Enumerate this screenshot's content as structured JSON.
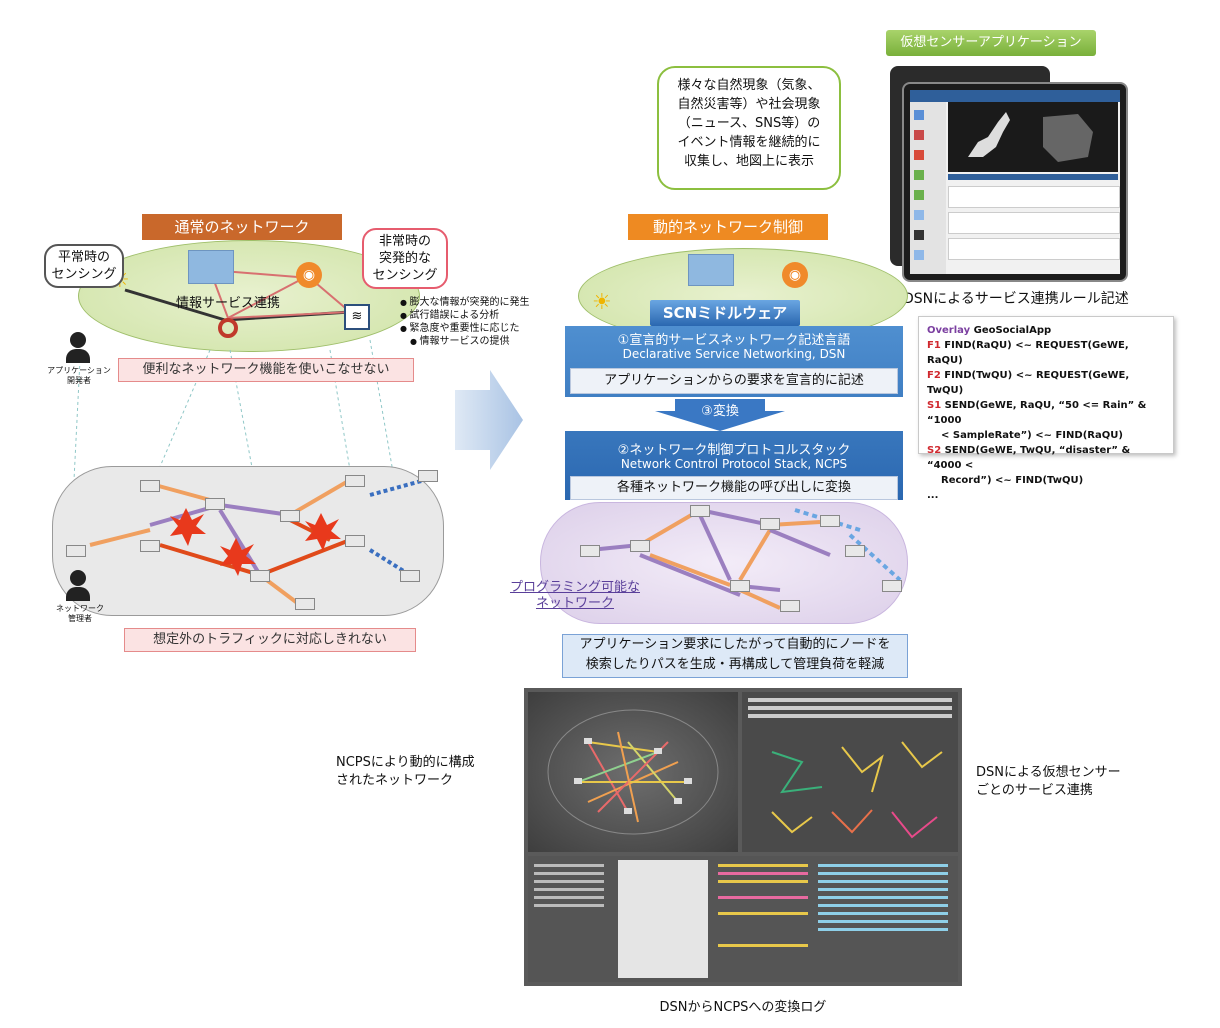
{
  "virtual_app_label": "仮想センサーアプリケーション",
  "green_bubble_lines": [
    "様々な自然現象（気象、",
    "自然災害等）や社会現象",
    "（ニュース、SNS等）の",
    "イベント情報を継続的に",
    "収集し、地図上に表示"
  ],
  "dsn_rule_title": "DSNによるサービス連携ルール記述",
  "rules": {
    "overlay_kw": "Overlay",
    "overlay_name": "GeoSocialApp",
    "f1_label": "F1",
    "f1_text": "FIND(RaQU) <~ REQUEST(GeWE, RaQU)",
    "f2_label": "F2",
    "f2_text": "FIND(TwQU) <~ REQUEST(GeWE, TwQU)",
    "s1_label": "S1",
    "s1_text_1": "SEND(GeWE, RaQU, “50 <= Rain” & “1000",
    "s1_text_2": "< SampleRate”) <~ FIND(RaQU)",
    "s2_label": "S2",
    "s2_text_1": "SEND(GeWE, TwQU, “disaster” & “4000 <",
    "s2_text_2": "Record”) <~ FIND(TwQU)",
    "ellipsis": "..."
  },
  "left": {
    "title": "通常のネットワーク",
    "normal_bubble_lines": [
      "平常時の",
      "センシング"
    ],
    "emergency_bubble_lines": [
      "非常時の",
      "突発的な",
      "センシング"
    ],
    "service_label": "情報サービス連携",
    "app_dev_lines": [
      "アプリケーション",
      "開発者"
    ],
    "problem_1": "便利なネットワーク機能を使いこなせない",
    "admin_lines": [
      "ネットワーク",
      "管理者"
    ],
    "problem_2": "想定外のトラフィックに対応しきれない"
  },
  "bullets": [
    "膨大な情報が突発的に発生",
    "試行錯誤による分析",
    "緊急度や重要性に応じた",
    "情報サービスの提供"
  ],
  "right": {
    "title": "動的ネットワーク制御",
    "scn_label": "SCNミドルウェア",
    "dsn_title": "①宣言的サービスネットワーク記述言語",
    "dsn_sub": "Declarative Service Networking, DSN",
    "dsn_bar": "アプリケーションからの要求を宣言的に記述",
    "convert": "③変換",
    "ncps_title": "②ネットワーク制御プロトコルスタック",
    "ncps_sub": "Network Control Protocol Stack, NCPS",
    "ncps_bar": "各種ネットワーク機能の呼び出しに変換",
    "programmable_lines": [
      "プログラミング可能な",
      "ネットワーク"
    ],
    "result_lines": [
      "アプリケーション要求にしたがって自動的にノードを",
      "検索したりパスを生成・再構成して管理負荷を軽減"
    ]
  },
  "bottom": {
    "ncps_caption_lines": [
      "NCPSにより動的に構成",
      "されたネットワーク"
    ],
    "dsn_caption_lines": [
      "DSNによる仮想センサー",
      "ごとのサービス連携"
    ],
    "log_caption": "DSNからNCPSへの変換ログ"
  },
  "colors": {
    "orange_title": "#c9682b",
    "orange_title_2": "#ee8a22",
    "blue_panel": "#2a67b0",
    "green_border": "#8cbf3f",
    "red_text": "#d0282e",
    "overlay_purple": "#7b3fa0"
  }
}
